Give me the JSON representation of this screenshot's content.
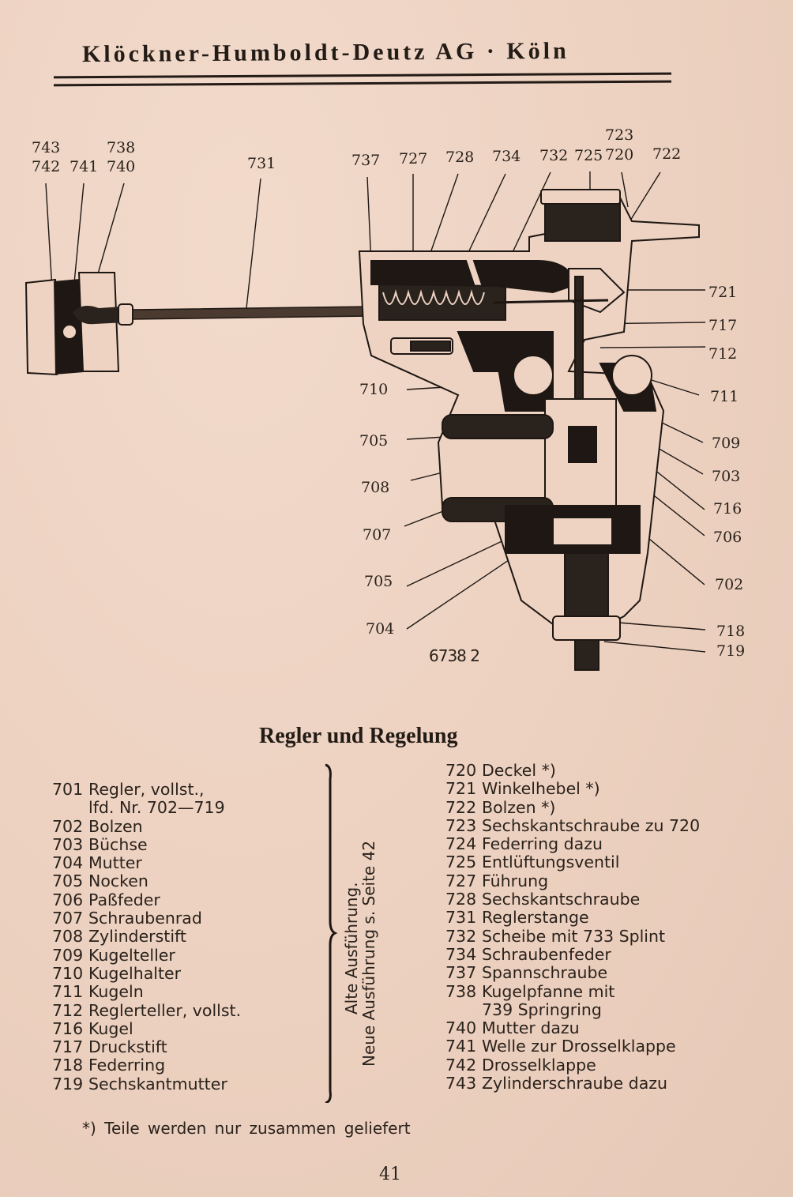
{
  "header": {
    "title": "Klöckner-Humboldt-Deutz AG · Köln"
  },
  "diagram": {
    "id_label": "6738/2",
    "id_display": "6738 2",
    "callouts_top": [
      "743",
      "742",
      "741",
      "738",
      "740",
      "731",
      "737",
      "727",
      "728",
      "734",
      "732",
      "725",
      "723",
      "720",
      "722"
    ],
    "callouts_right": [
      "721",
      "717",
      "712",
      "711",
      "709",
      "703",
      "716",
      "706",
      "702",
      "718",
      "719"
    ],
    "callouts_left": [
      "710",
      "705",
      "708",
      "707",
      "705",
      "704"
    ]
  },
  "section": {
    "title": "Regler und Regelung"
  },
  "brace": {
    "line1": "Alte Ausführung.",
    "line2": "Neue Ausführung s. Seite 42"
  },
  "parts_left": [
    {
      "num": "701",
      "name": "Regler,  vollst.,",
      "cont": "lfd.  Nr.  702—719"
    },
    {
      "num": "702",
      "name": "Bolzen"
    },
    {
      "num": "703",
      "name": "Büchse"
    },
    {
      "num": "704",
      "name": "Mutter"
    },
    {
      "num": "705",
      "name": "Nocken"
    },
    {
      "num": "706",
      "name": "Paßfeder"
    },
    {
      "num": "707",
      "name": "Schraubenrad"
    },
    {
      "num": "708",
      "name": "Zylinderstift"
    },
    {
      "num": "709",
      "name": "Kugelteller"
    },
    {
      "num": "710",
      "name": "Kugelhalter"
    },
    {
      "num": "711",
      "name": "Kugeln"
    },
    {
      "num": "712",
      "name": "Reglerteller, vollst."
    },
    {
      "num": "716",
      "name": "Kugel"
    },
    {
      "num": "717",
      "name": "Druckstift"
    },
    {
      "num": "718",
      "name": "Federring"
    },
    {
      "num": "719",
      "name": "Sechskantmutter"
    }
  ],
  "parts_right": [
    {
      "num": "720",
      "name": "Deckel *)"
    },
    {
      "num": "721",
      "name": "Winkelhebel *)"
    },
    {
      "num": "722",
      "name": "Bolzen *)"
    },
    {
      "num": "723",
      "name": "Sechskantschraube zu 720"
    },
    {
      "num": "724",
      "name": "Federring  dazu"
    },
    {
      "num": "725",
      "name": "Entlüftungsventil"
    },
    {
      "num": "727",
      "name": "Führung"
    },
    {
      "num": "728",
      "name": "Sechskantschraube"
    },
    {
      "num": "731",
      "name": "Reglerstange"
    },
    {
      "num": "732",
      "name": "Scheibe  mit  733  Splint"
    },
    {
      "num": "734",
      "name": "Schraubenfeder"
    },
    {
      "num": "737",
      "name": "Spannschraube"
    },
    {
      "num": "738",
      "name": "Kugelpfanne  mit",
      "cont": "739  Springring"
    },
    {
      "num": "740",
      "name": "Mutter  dazu"
    },
    {
      "num": "741",
      "name": "Welle  zur  Drosselklappe"
    },
    {
      "num": "742",
      "name": "Drosselklappe"
    },
    {
      "num": "743",
      "name": "Zylinderschraube  dazu"
    }
  ],
  "footnote": "*) Teile werden nur zusammen geliefert",
  "page_number": "41"
}
